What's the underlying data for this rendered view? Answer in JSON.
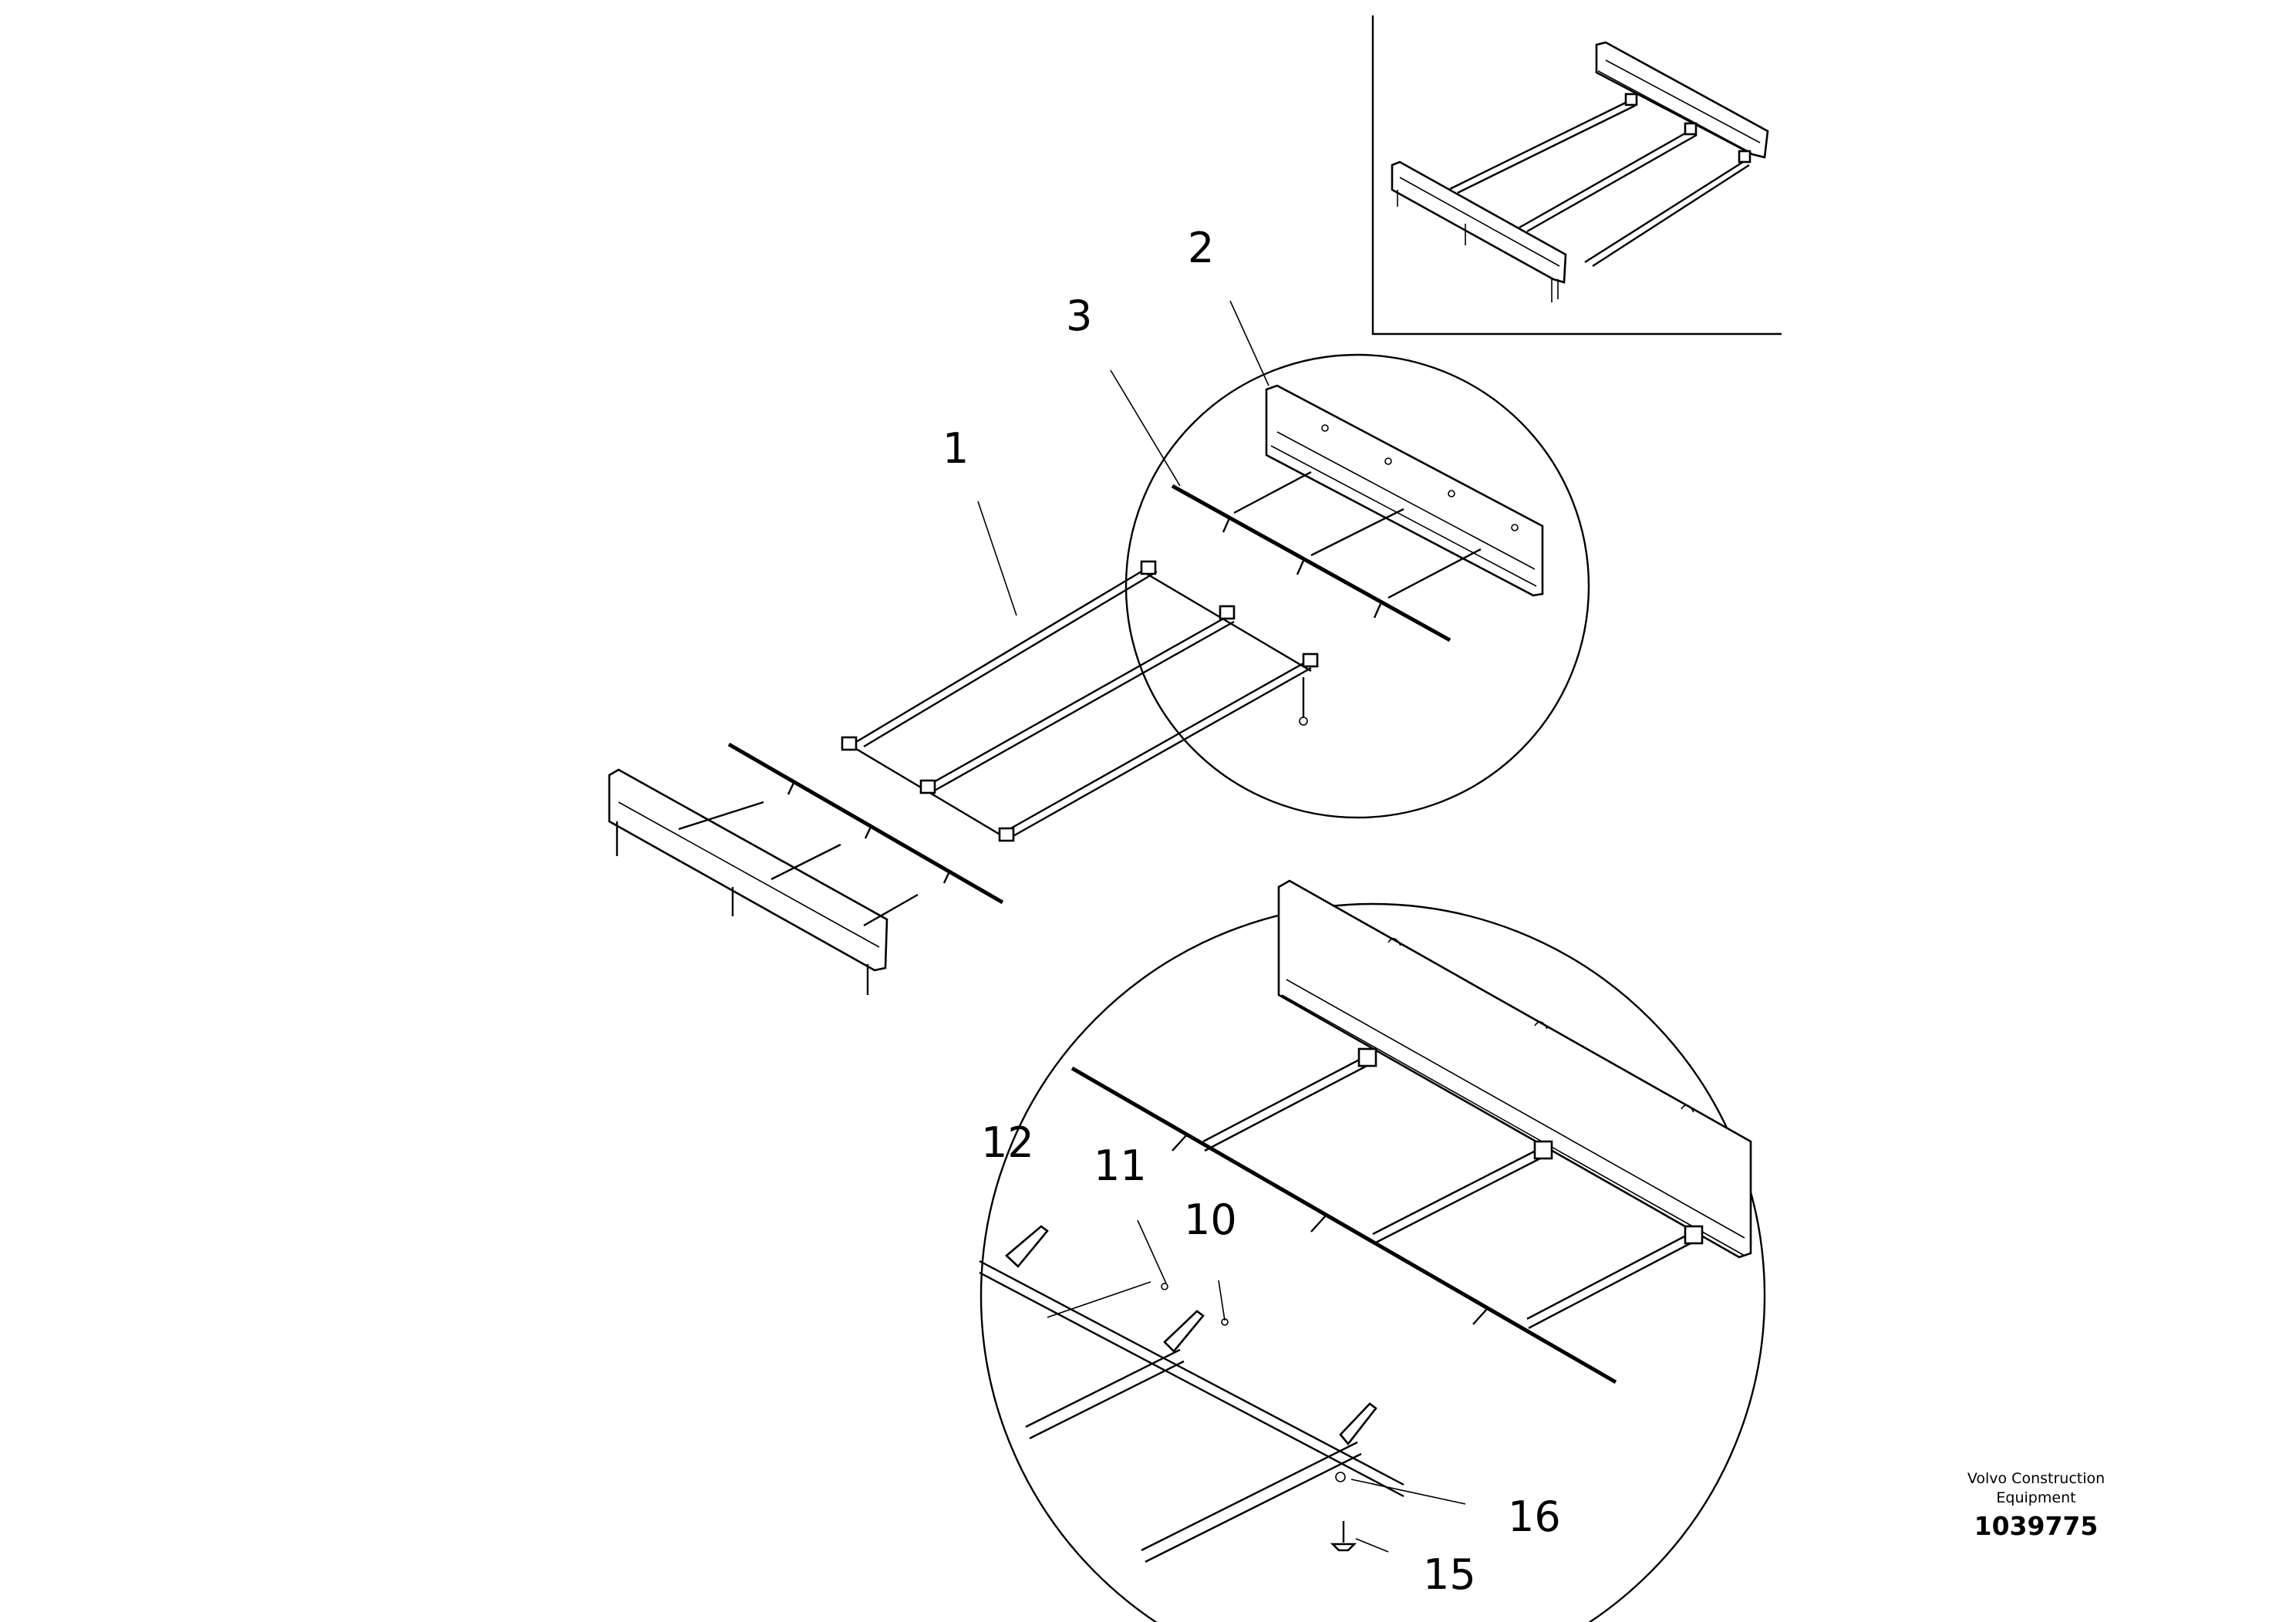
{
  "callouts": [
    {
      "id": "1",
      "label": "1"
    },
    {
      "id": "2",
      "label": "2"
    },
    {
      "id": "3",
      "label": "3"
    },
    {
      "id": "10",
      "label": "10"
    },
    {
      "id": "11",
      "label": "11"
    },
    {
      "id": "12",
      "label": "12"
    },
    {
      "id": "15",
      "label": "15"
    },
    {
      "id": "16",
      "label": "16"
    }
  ],
  "footer": {
    "maker_line1": "Volvo Construction",
    "maker_line2": "Equipment",
    "doc_number": "1039775"
  }
}
